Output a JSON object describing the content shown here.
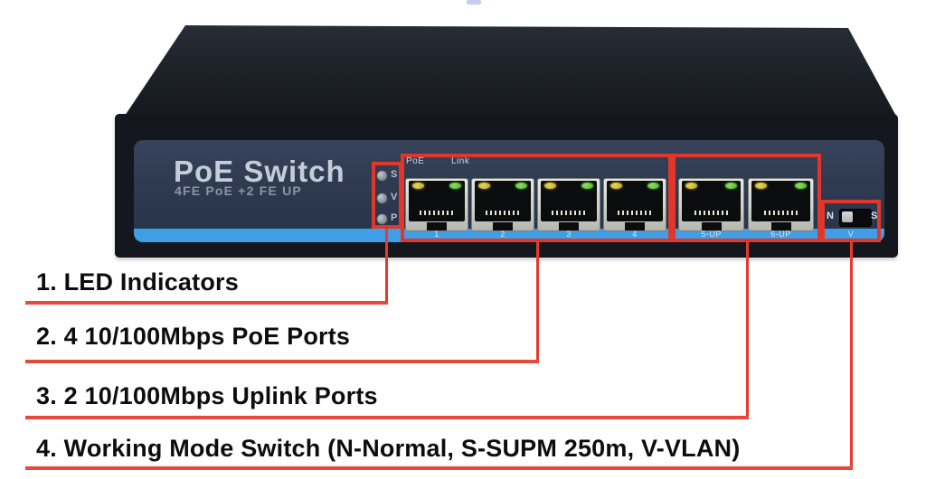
{
  "device": {
    "title": "PoE Switch",
    "subtitle": "4FE PoE +2 FE UP",
    "led_panel": {
      "leds": [
        {
          "label": "S"
        },
        {
          "label": "V"
        },
        {
          "label": "P"
        }
      ]
    },
    "port_header": {
      "poe": "PoE",
      "link": "Link"
    },
    "poe_ports": [
      {
        "number": "1"
      },
      {
        "number": "2"
      },
      {
        "number": "3"
      },
      {
        "number": "4"
      }
    ],
    "uplink_ports": [
      {
        "label": "5-UP"
      },
      {
        "label": "6-UP"
      }
    ],
    "mode_switch": {
      "left_label": "N",
      "right_label": "S",
      "strip_label": "V"
    }
  },
  "annotations": [
    {
      "text": "1. LED Indicators"
    },
    {
      "text": "2. 4 10/100Mbps PoE Ports"
    },
    {
      "text": "3. 2 10/100Mbps Uplink Ports"
    },
    {
      "text": "4. Working Mode Switch (N-Normal, S-SUPM 250m, V-VLAN)"
    }
  ],
  "colors": {
    "annotation_red": "#e1372b",
    "strip_blue": "#3f9ee6",
    "faceplate_navy": "#2e3a50",
    "body_black": "#14171d",
    "led_yellow": "#c9b330",
    "led_green": "#5cbe37",
    "title_gray": "#c5cdda"
  }
}
